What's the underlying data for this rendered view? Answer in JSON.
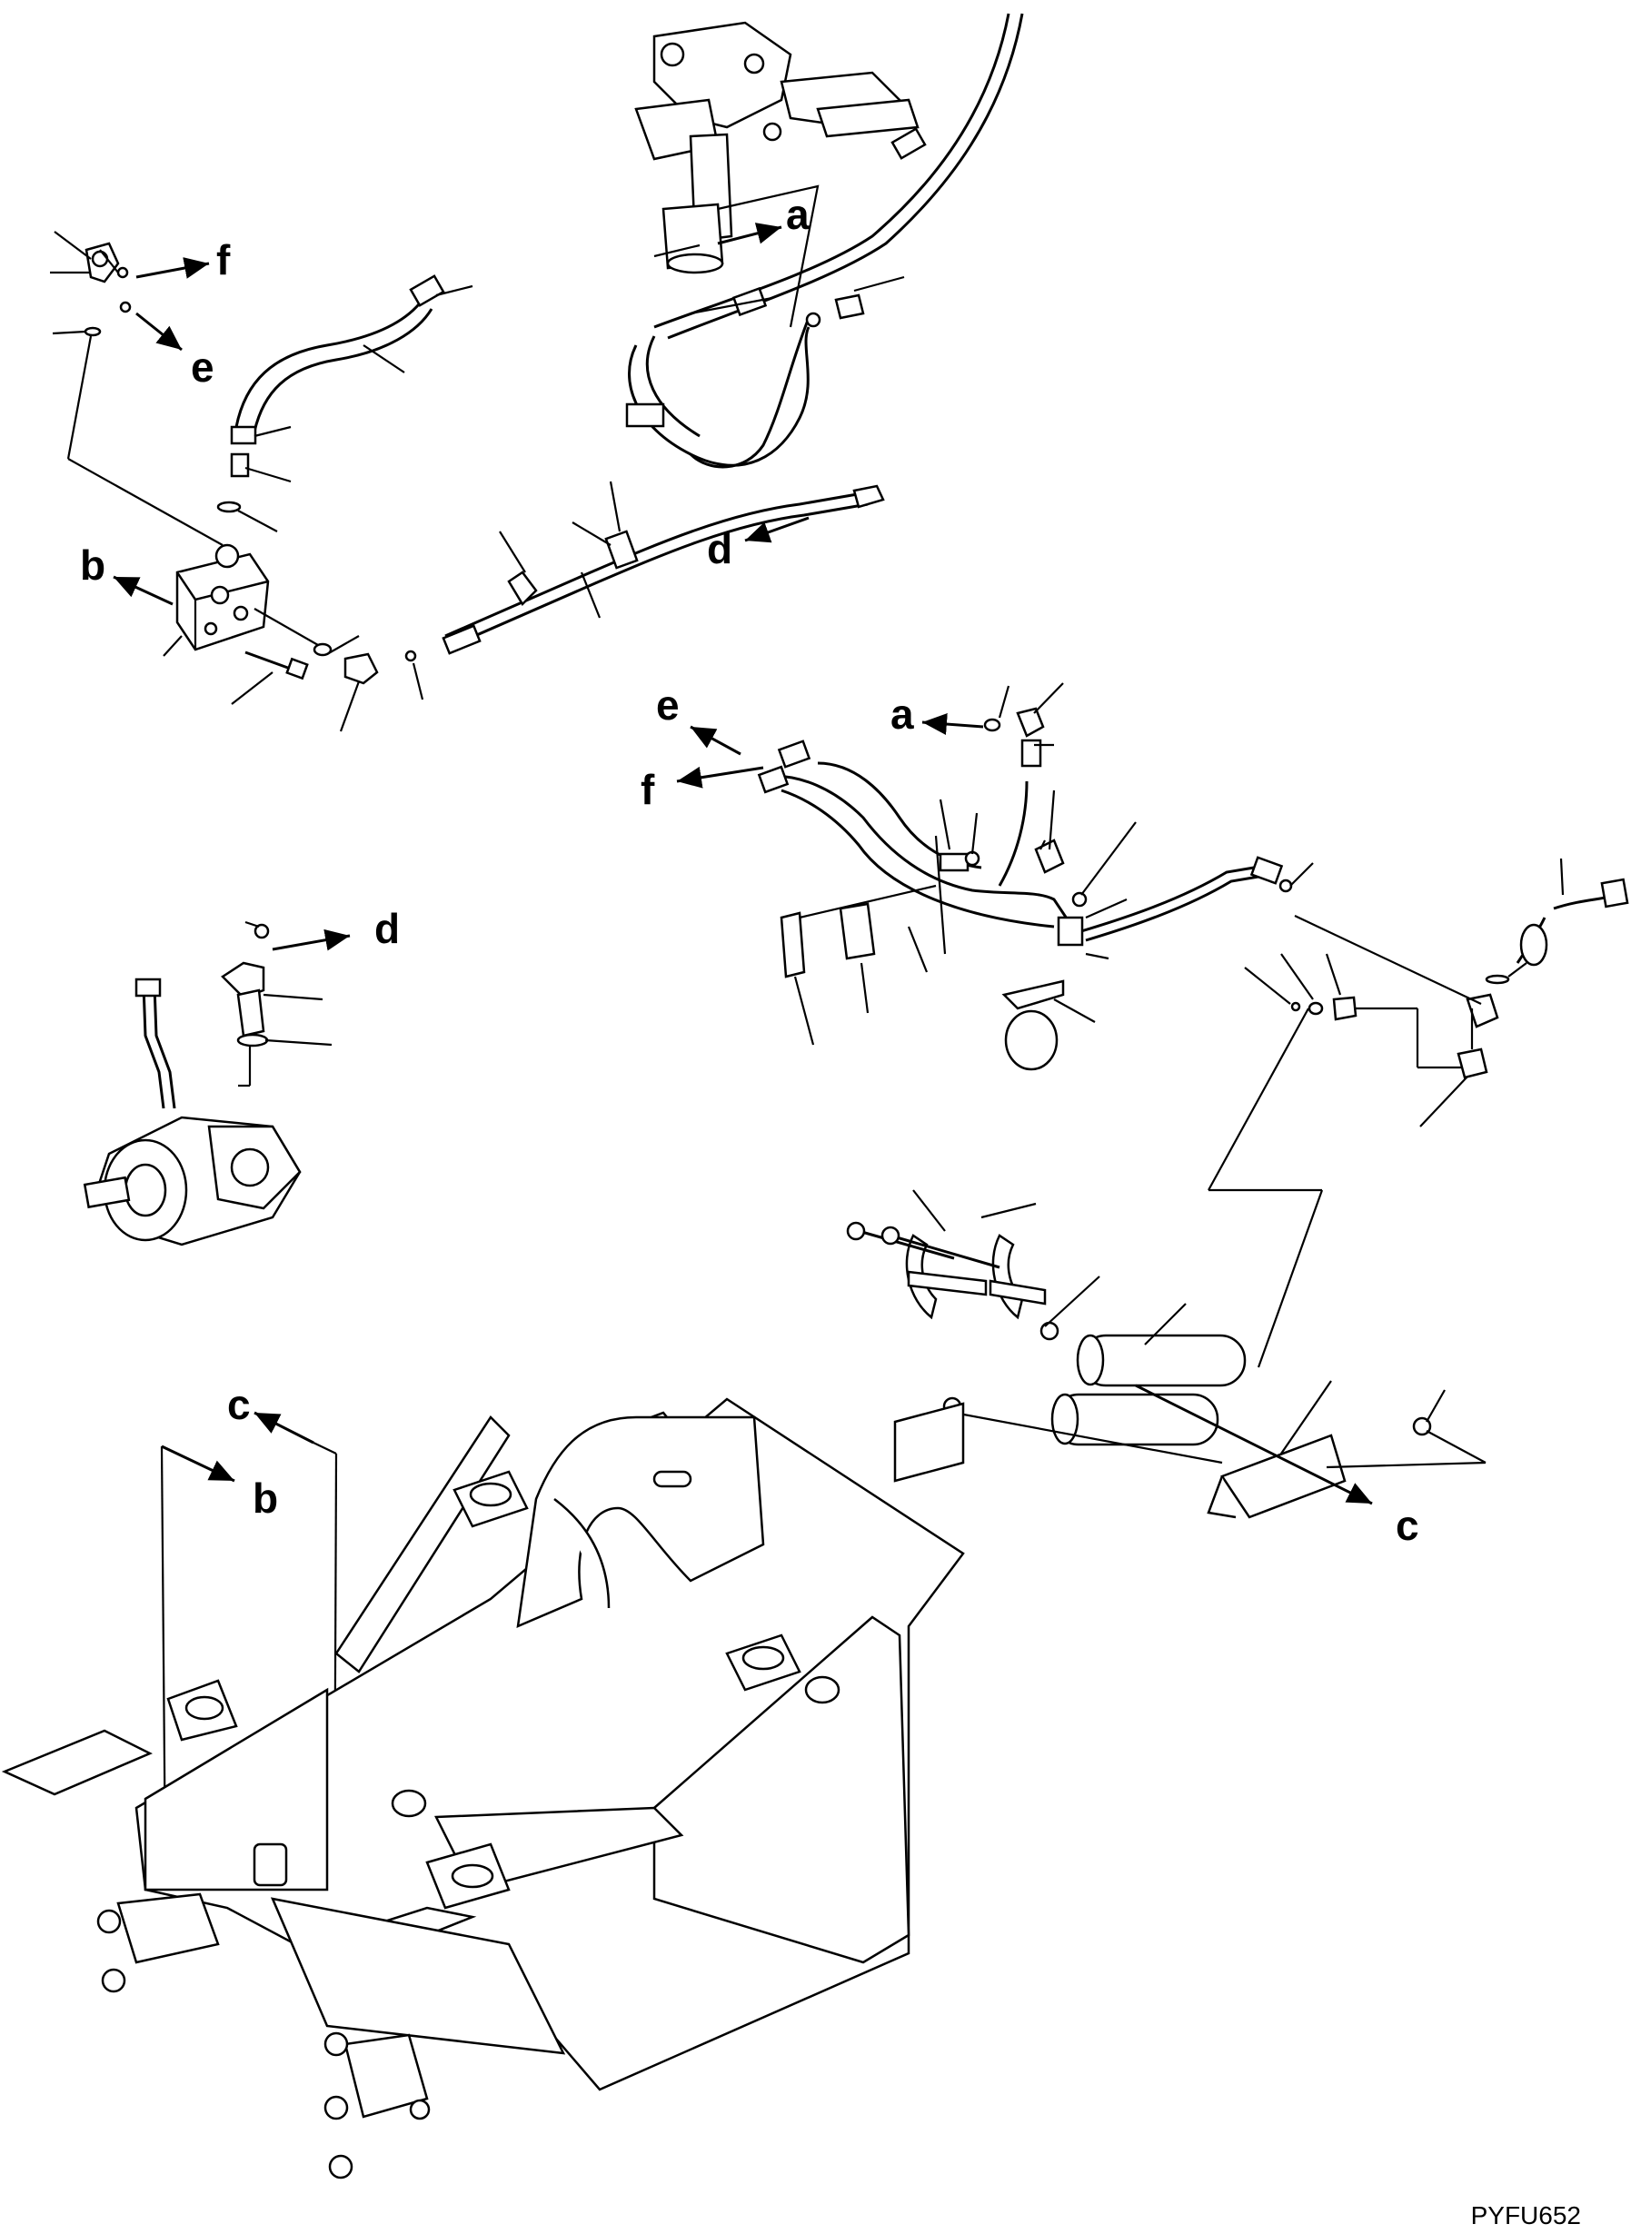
{
  "labels": {
    "a_top": "a",
    "a_mid": "a",
    "b_left": "b",
    "b_frame": "b",
    "c_frame": "c",
    "c_acc": "c",
    "d_top": "d",
    "d_pump": "d",
    "e_top": "e",
    "e_mid": "e",
    "f_top": "f",
    "f_mid": "f"
  },
  "drawing_code": "PYFU652"
}
